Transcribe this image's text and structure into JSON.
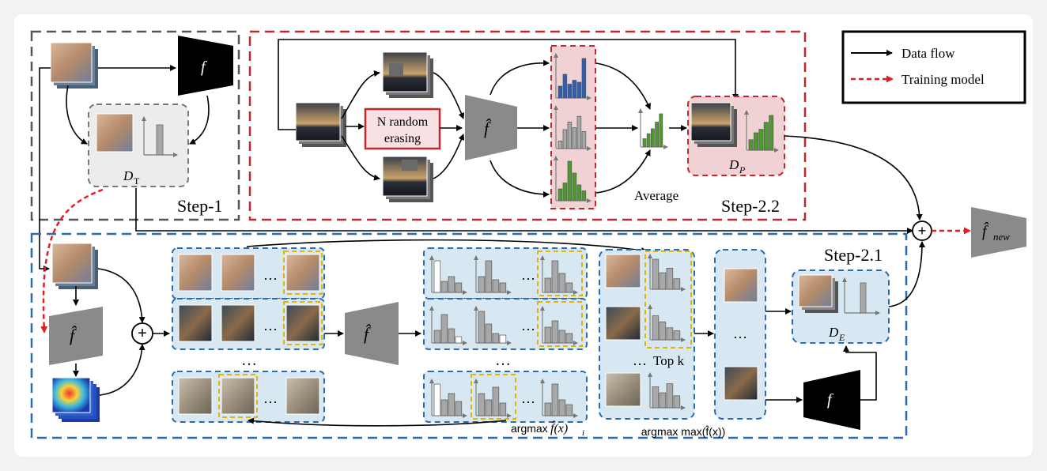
{
  "legend": {
    "data_flow": "Data flow",
    "training_model": "Training model"
  },
  "steps": {
    "step1": "Step-1",
    "step22": "Step-2.2",
    "step21": "Step-2.1"
  },
  "models": {
    "f": "f",
    "f_hat": "f̂",
    "f_new_base": "f̂",
    "f_new_sub": "new"
  },
  "datasets": {
    "d_t_base": "D",
    "d_t_sub": "T",
    "d_p_base": "D",
    "d_p_sub": "P",
    "d_e_base": "D",
    "d_e_sub": "E"
  },
  "labels": {
    "n_random_line1": "N random",
    "n_random_line2": "erasing",
    "average": "Average",
    "top_k": "Top k",
    "ellipsis": "…",
    "argmax_i_prefix": "argmax",
    "argmax_i_math": "f̂(x)",
    "argmax_i_sub": "i",
    "argmax_max": "argmax max(f̂(x))",
    "plus": "+"
  },
  "colors": {
    "step1_border": "#555555",
    "step22_border": "#c0282d",
    "step21_border": "#2b6cb0",
    "highlight_yellow": "#e8b200",
    "panel_blue": "#d7e8f2",
    "panel_pink": "#f1d2d4",
    "bar_blue": "#2f5fb3",
    "bar_gray": "#a8a8a8",
    "bar_green": "#4e9a2f",
    "training_red": "#e02020"
  }
}
